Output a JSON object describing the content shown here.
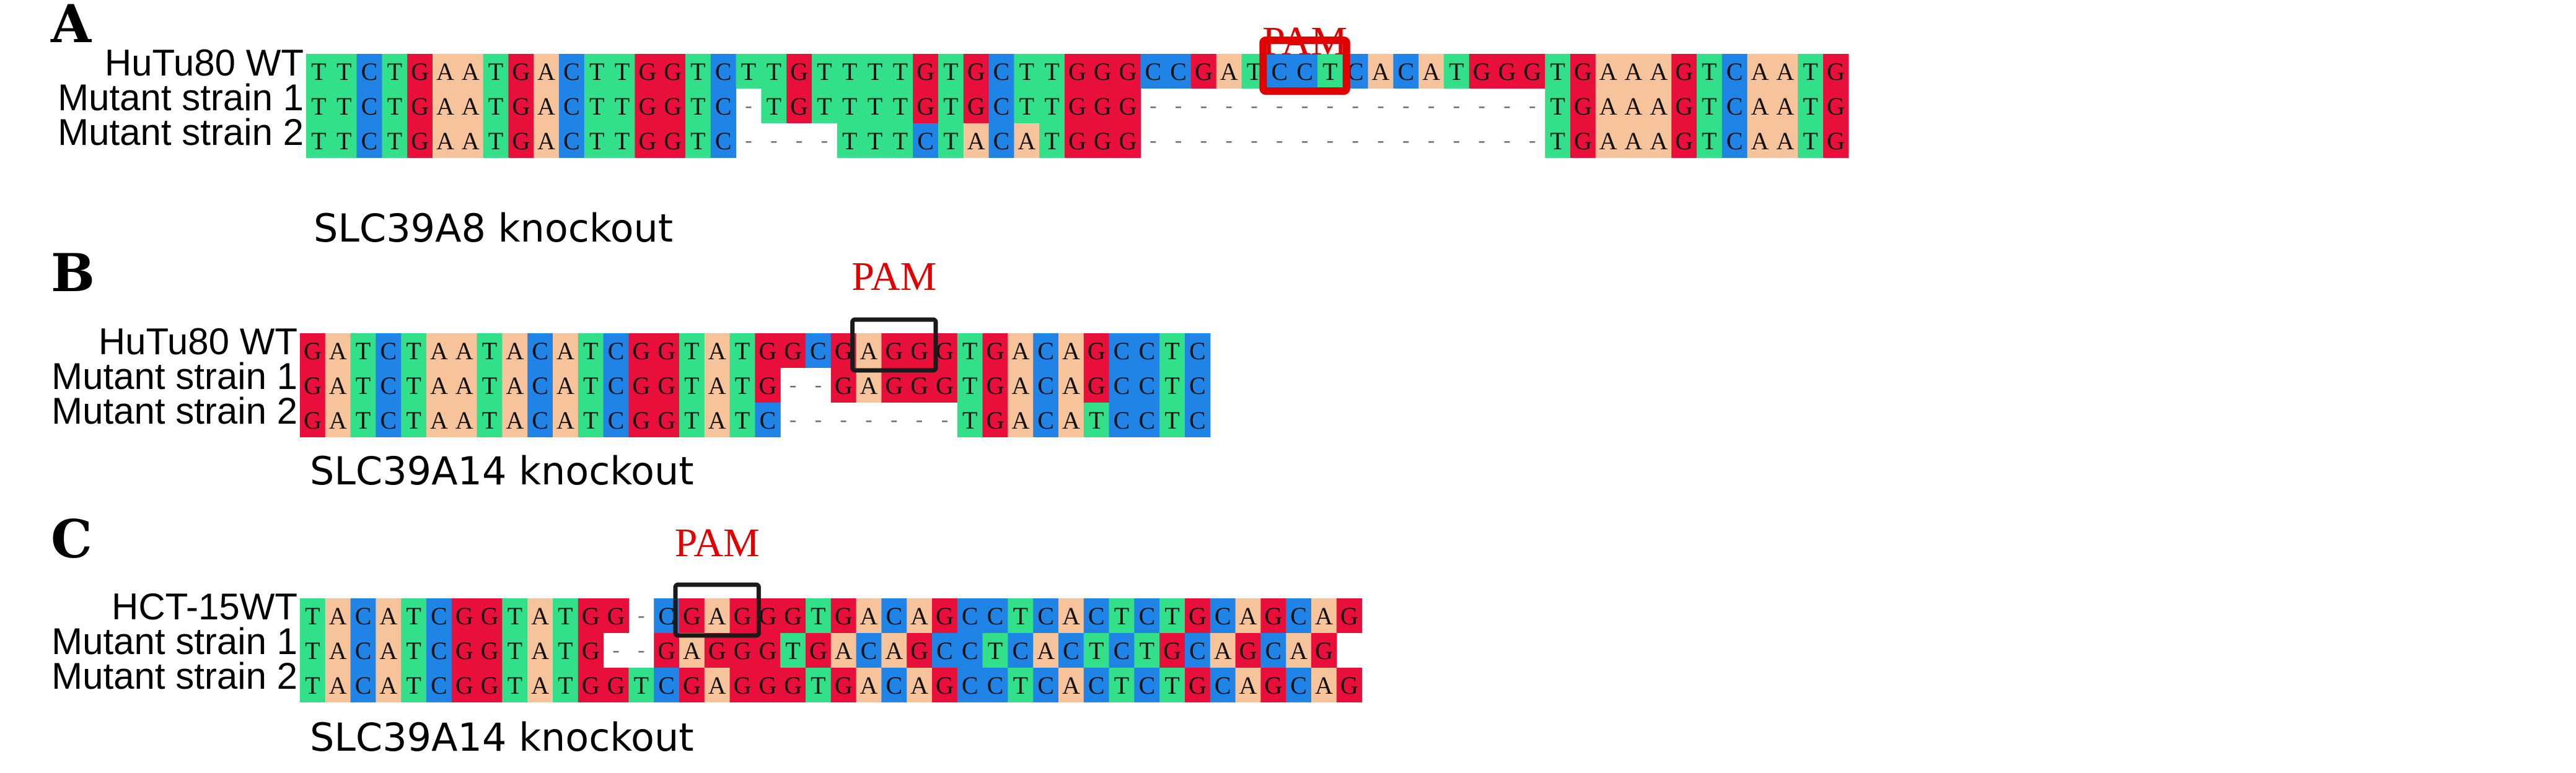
{
  "colors": {
    "A": "#33e08a",
    "T": "#33e08a",
    "C": "#1f84e6",
    "G": "#e8103a",
    "Aw": "#f7c39a",
    "pam_red": "#e00000",
    "pam_black": "#1a1a1a"
  },
  "panels": [
    {
      "label": "A",
      "caption": "SLC39A8 knockout",
      "pam_label": "PAM",
      "pam_style": "red",
      "pam_start": 38,
      "pam_len": 3,
      "rows": [
        {
          "name": "HuTu80 WT",
          "seq": "TTCTGAATGACTTGGTCTTGTTTTGTGCTTGGGCCGATCCTCACATGGGTGAAAGTCAATG"
        },
        {
          "name": "Mutant strain 1",
          "seq": "TTCTGAATGACTTGGTC-TGTTTTGTGCTTGGG----------------TGAAAGTCAATG"
        },
        {
          "name": "Mutant strain 2",
          "seq": "TTCTGAATGACTTGGTC----TTTCTACATGGG----------------TGAAAGTCAATG"
        }
      ]
    },
    {
      "label": "B",
      "caption": "SLC39A14 knockout",
      "pam_label": "PAM",
      "pam_style": "black",
      "pam_start": 22,
      "pam_len": 3,
      "rows": [
        {
          "name": "HuTu80 WT",
          "seq": "GATCTAATACATCGGTATGGCGAGGGTGACAGCCTC"
        },
        {
          "name": "Mutant strain 1",
          "seq": "GATCTAATACATCGGTATG--GAGGGTGACAGCCTC"
        },
        {
          "name": "Mutant strain 2",
          "seq": "GATCTAATACATCGGTATC-------TGACATCCTC"
        }
      ]
    },
    {
      "label": "C",
      "caption": "SLC39A14 knockout",
      "pam_label": "PAM",
      "pam_style": "black",
      "pam_start": 15,
      "pam_len": 3,
      "rows": [
        {
          "name": "HCT-15WT",
          "seq": "TACATCGGTATGG-CGAGGGTGACAGCCTCACTCTGCAGCAG"
        },
        {
          "name": "Mutant strain 1",
          "seq": "TACATCGGTATG--GAGGGTGACAGCCTCACTCTGCAGCAG"
        },
        {
          "name": "Mutant strain 2",
          "seq": "TACATCGGTATGGTCGAGGGTGACAGCCTCACTCTGCAGCAG"
        }
      ]
    }
  ]
}
